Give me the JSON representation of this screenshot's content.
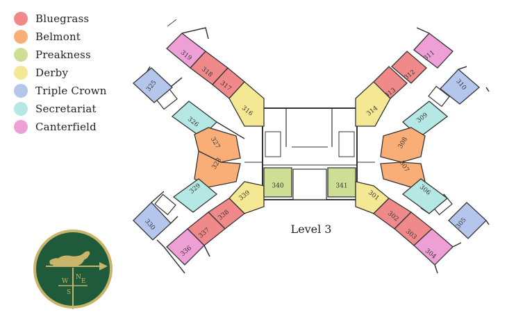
{
  "legend": [
    {
      "key": "bluegrass",
      "label": "Bluegrass",
      "color": "#f08a8a"
    },
    {
      "key": "belmont",
      "label": "Belmont",
      "color": "#f9ae78"
    },
    {
      "key": "preakness",
      "label": "Preakness",
      "color": "#cdde95"
    },
    {
      "key": "derby",
      "label": "Derby",
      "color": "#f5e894"
    },
    {
      "key": "triplecrown",
      "label": "Triple Crown",
      "color": "#b4c6ec"
    },
    {
      "key": "secretariat",
      "label": "Secretariat",
      "color": "#b5e7e4"
    },
    {
      "key": "canterfield",
      "label": "Canterfield",
      "color": "#ee9fd6"
    }
  ],
  "map": {
    "level_label": "Level 3",
    "rooms": [
      {
        "number": "319",
        "type": "canterfield"
      },
      {
        "number": "318",
        "type": "bluegrass"
      },
      {
        "number": "317",
        "type": "bluegrass"
      },
      {
        "number": "316",
        "type": "derby"
      },
      {
        "number": "325",
        "type": "triplecrown"
      },
      {
        "number": "326",
        "type": "secretariat"
      },
      {
        "number": "327",
        "type": "belmont"
      },
      {
        "number": "328",
        "type": "belmont"
      },
      {
        "number": "329",
        "type": "secretariat"
      },
      {
        "number": "330",
        "type": "triplecrown"
      },
      {
        "number": "339",
        "type": "derby"
      },
      {
        "number": "338",
        "type": "bluegrass"
      },
      {
        "number": "337",
        "type": "bluegrass"
      },
      {
        "number": "336",
        "type": "canterfield"
      },
      {
        "number": "340",
        "type": "preakness"
      },
      {
        "number": "341",
        "type": "preakness"
      },
      {
        "number": "311",
        "type": "canterfield"
      },
      {
        "number": "312",
        "type": "bluegrass"
      },
      {
        "number": "313",
        "type": "bluegrass"
      },
      {
        "number": "314",
        "type": "derby"
      },
      {
        "number": "310",
        "type": "triplecrown"
      },
      {
        "number": "309",
        "type": "secretariat"
      },
      {
        "number": "308",
        "type": "belmont"
      },
      {
        "number": "307",
        "type": "belmont"
      },
      {
        "number": "306",
        "type": "secretariat"
      },
      {
        "number": "305",
        "type": "triplecrown"
      },
      {
        "number": "301",
        "type": "derby"
      },
      {
        "number": "302",
        "type": "bluegrass"
      },
      {
        "number": "303",
        "type": "bluegrass"
      },
      {
        "number": "304",
        "type": "canterfield"
      }
    ]
  },
  "logo": {
    "compass_letters": [
      "W",
      "S",
      "E",
      "N"
    ],
    "outer_color": "#c9b56a",
    "inner_color": "#1f5a3a"
  }
}
